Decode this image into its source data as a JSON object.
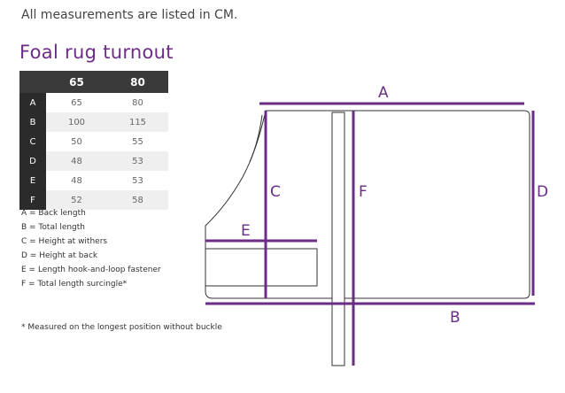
{
  "intro": "All measurements are listed in CM.",
  "title": "Foal rug turnout",
  "table": {
    "columns": [
      "65",
      "80"
    ],
    "rows": [
      {
        "label": "A",
        "values": [
          "65",
          "80"
        ]
      },
      {
        "label": "B",
        "values": [
          "100",
          "115"
        ]
      },
      {
        "label": "C",
        "values": [
          "50",
          "55"
        ]
      },
      {
        "label": "D",
        "values": [
          "48",
          "53"
        ]
      },
      {
        "label": "E",
        "values": [
          "48",
          "53"
        ]
      },
      {
        "label": "F",
        "values": [
          "52",
          "58"
        ]
      }
    ]
  },
  "legend": [
    "A = Back length",
    "B = Total length",
    "C = Height at withers",
    "D = Height at back",
    "E = Length hook-and-loop fastener",
    "F = Total length surcingle*"
  ],
  "note": "* Measured on the longest position without buckle",
  "diagram_labels": {
    "a": "A",
    "b": "B",
    "c": "C",
    "d": "D",
    "e": "E",
    "f": "F"
  },
  "colors": {
    "accent": "#6b2d86",
    "outline": "#333333",
    "header_bg": "#3a3a3a"
  }
}
